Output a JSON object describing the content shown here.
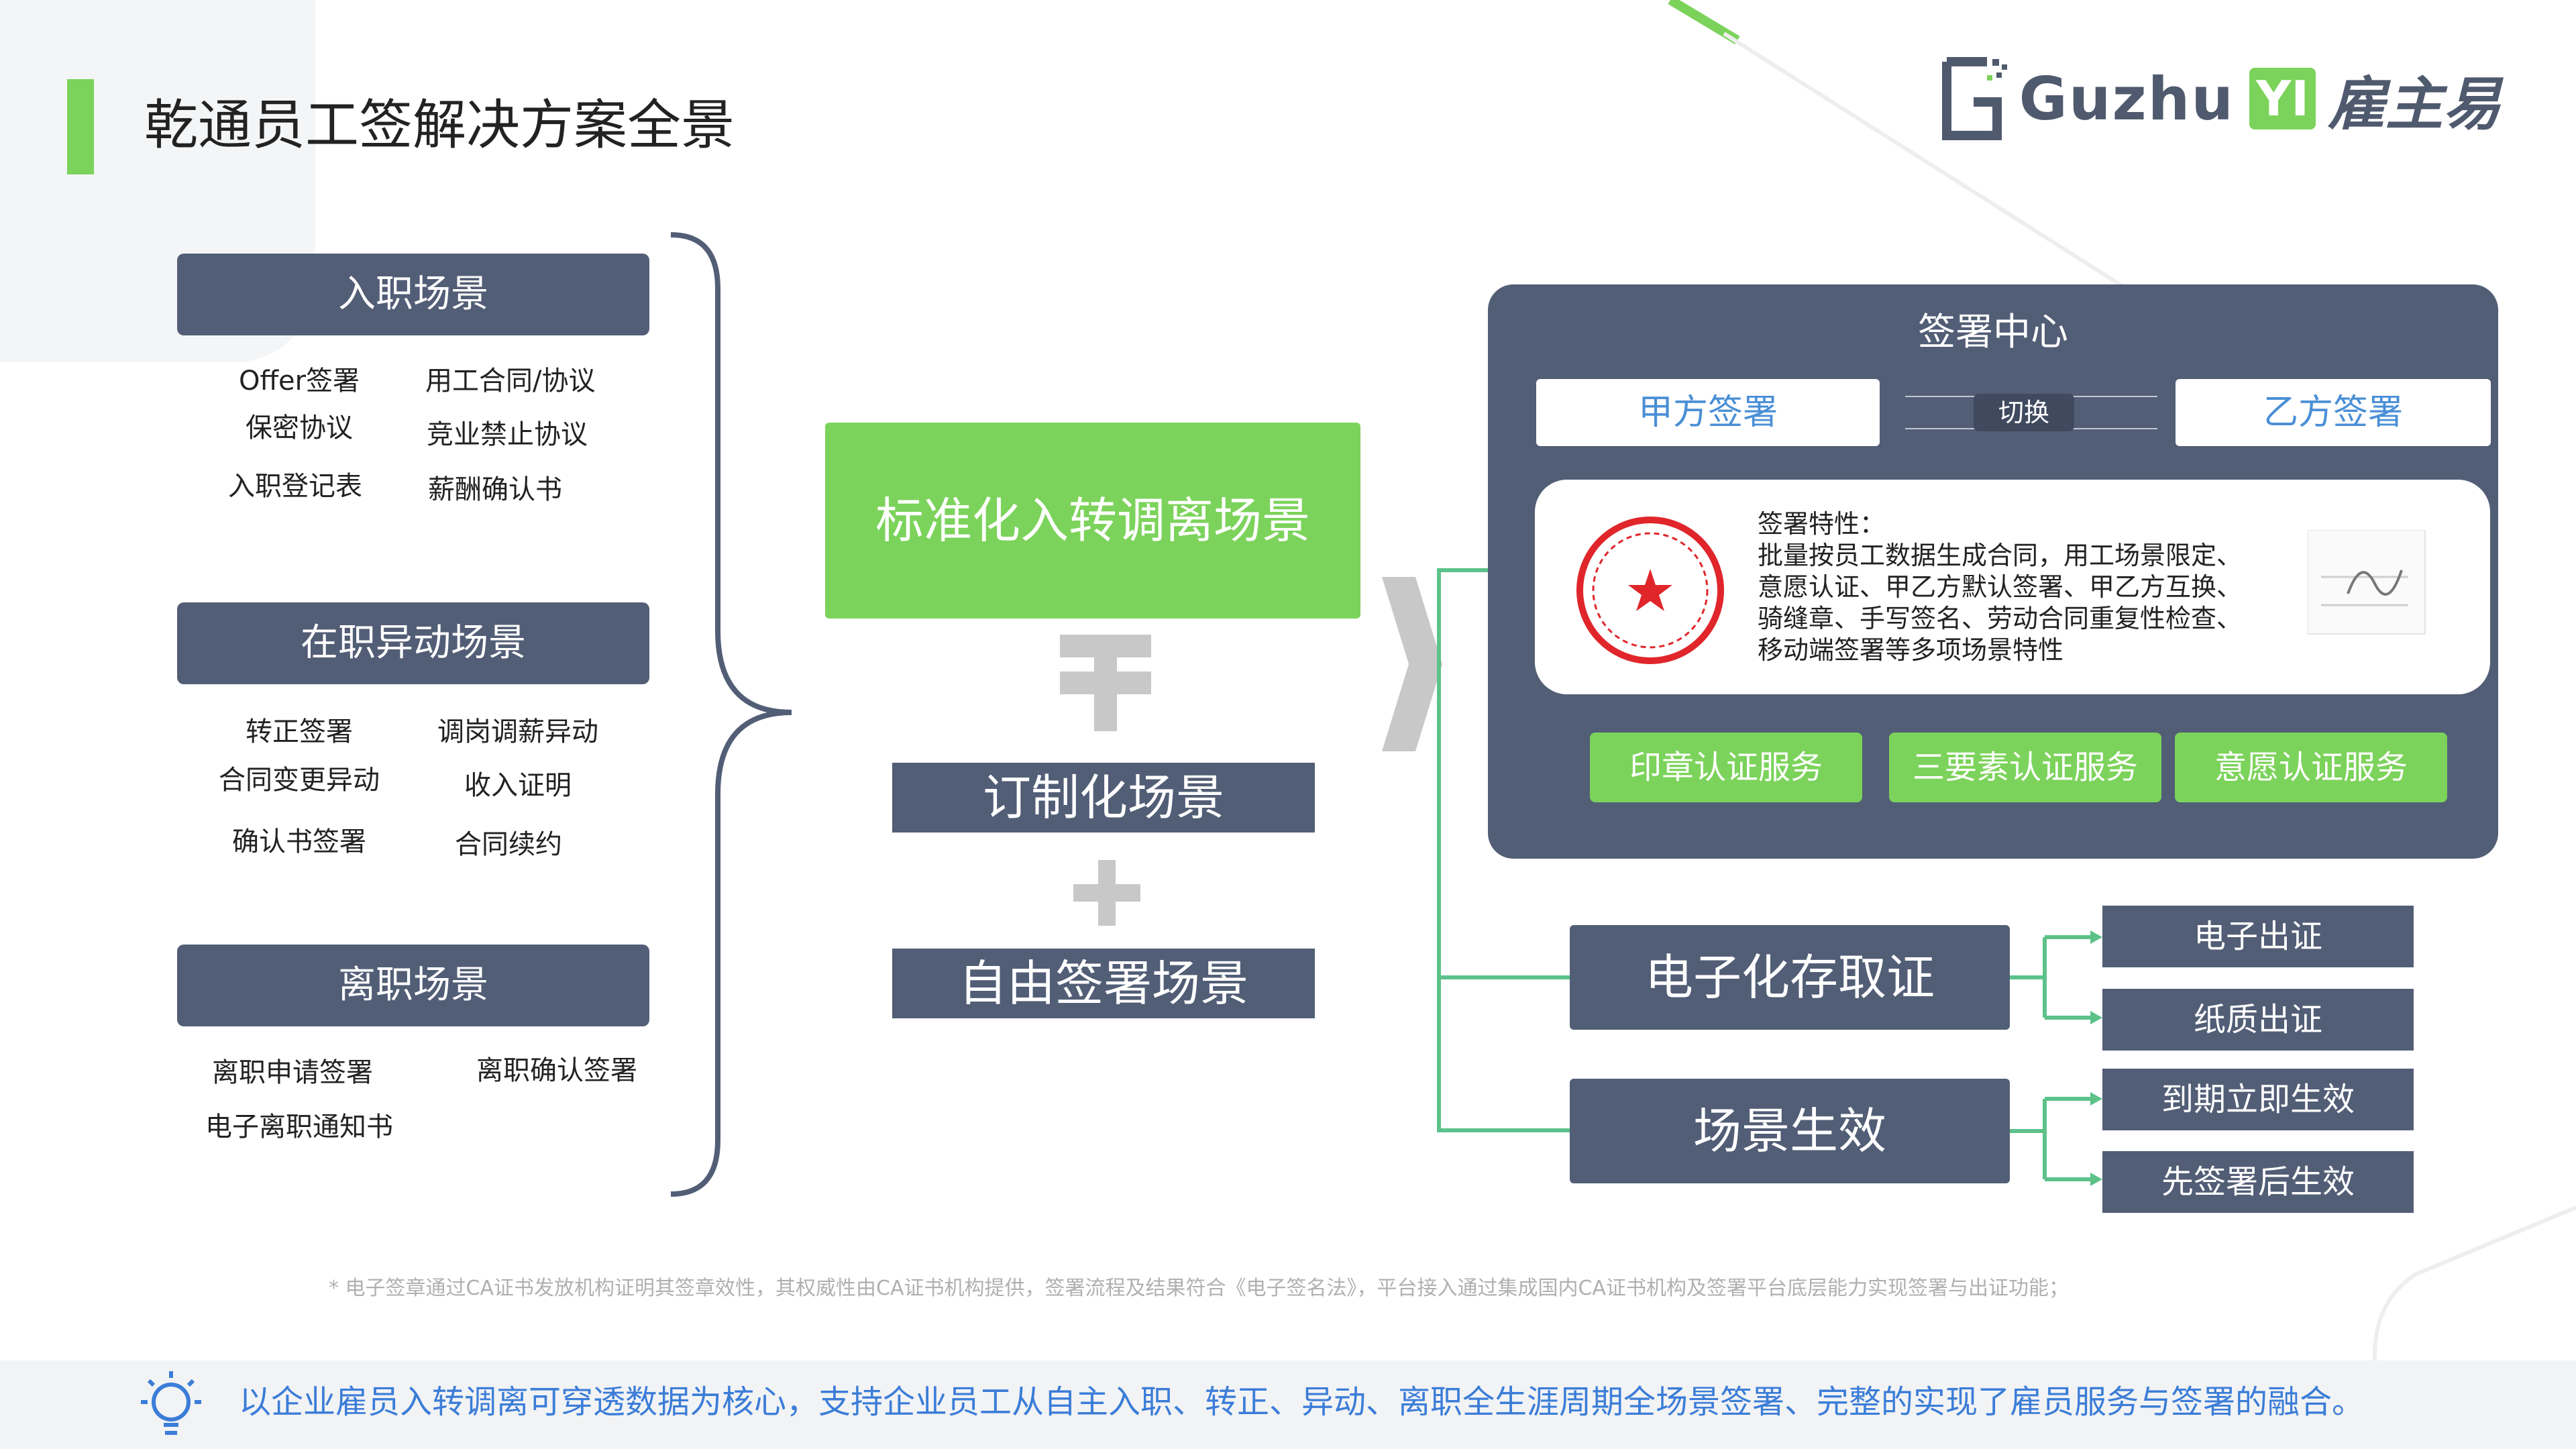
{
  "title": "乾通员工签解决方案全景",
  "logo": {
    "brand": "Guzhu",
    "badge": "YI",
    "cn": "雇主易"
  },
  "scenes": [
    {
      "header": "入职场景",
      "items": [
        "Offer签署",
        "用工合同/协议",
        "保密协议",
        "竞业禁止协议",
        "入职登记表",
        "薪酬确认书"
      ]
    },
    {
      "header": "在职异动场景",
      "items": [
        "转正签署",
        "调岗调薪异动",
        "合同变更异动",
        "收入证明",
        "确认书签署",
        "合同续约"
      ]
    },
    {
      "header": "离职场景",
      "items": [
        "离职申请签署",
        "离职确认签署",
        "电子离职通知书"
      ]
    }
  ],
  "center": {
    "main": "标准化入转调离场景",
    "custom": "订制化场景",
    "free": "自由签署场景"
  },
  "sign_center": {
    "title": "签署中心",
    "party_a": "甲方签署",
    "switch": "切换",
    "party_b": "乙方签署",
    "features": [
      "签署特性：",
      "批量按员工数据生成合同，用工场景限定、",
      "意愿认证、甲乙方默认签署、甲乙方互换、",
      "骑缝章、手写签名、劳动合同重复性检查、",
      "移动端签署等多项场景特性"
    ],
    "services": [
      "印章认证服务",
      "三要素认证服务",
      "意愿认证服务"
    ],
    "accent_color": "#7cd35b",
    "panel_color": "#525e76"
  },
  "evidence": {
    "label": "电子化存取证",
    "children": [
      "电子出证",
      "纸质出证"
    ]
  },
  "effect": {
    "label": "场景生效",
    "children": [
      "到期立即生效",
      "先签署后生效"
    ]
  },
  "footnote": "* 电子签章通过CA证书发放机构证明其签章效性，其权威性由CA证书机构提供，签署流程及结果符合《电子签名法》，平台接入通过集成国内CA证书机构及签署平台底层能力实现签署与出证功能；",
  "bottom": "以企业雇员入转调离可穿透数据为核心，支持企业员工从自主入职、转正、异动、离职全生涯周期全场景签署、完整的实现了雇员服务与签署的融合。"
}
